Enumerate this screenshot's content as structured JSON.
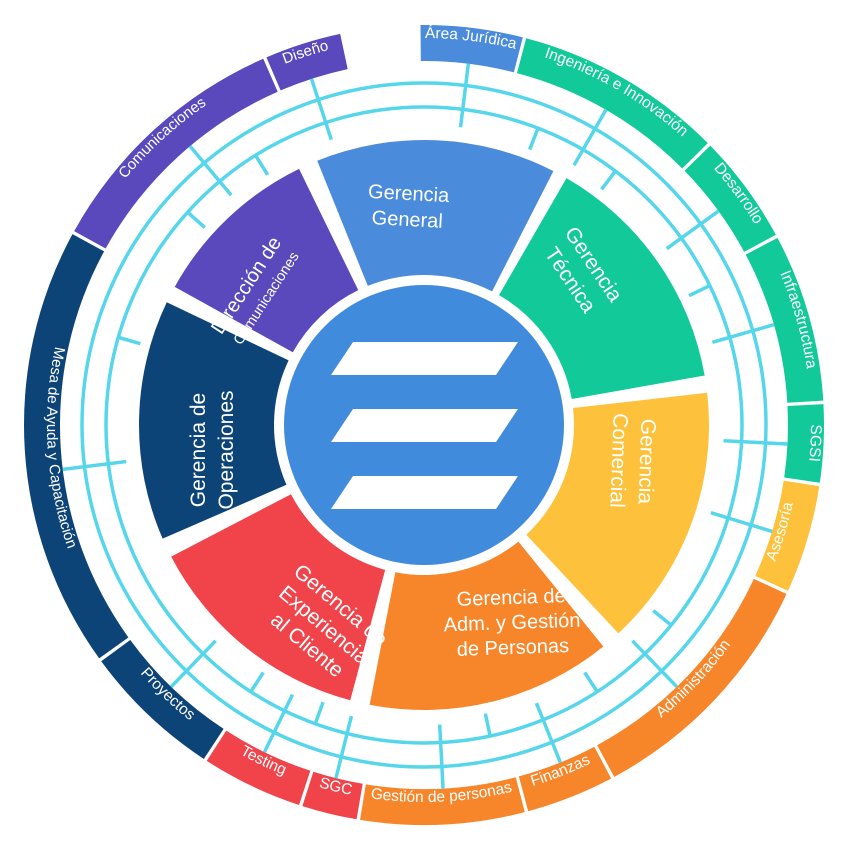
{
  "colors": {
    "blue": "#4a8bdc",
    "green": "#12c99a",
    "yellow": "#fec13b",
    "orange": "#f7862a",
    "red": "#f0434a",
    "navy": "#0d4478",
    "purple": "#5a48bd",
    "line": "#56d6ea",
    "core": "#418bdd"
  },
  "inner_segments": [
    {
      "id": "gerencia-general",
      "lines": [
        "Gerencia",
        "General"
      ],
      "color": "blue"
    },
    {
      "id": "gerencia-tecnica",
      "lines": [
        "Gerencia",
        "Técnica"
      ],
      "color": "green"
    },
    {
      "id": "gerencia-comercial",
      "lines": [
        "Gerencia",
        "Comercial"
      ],
      "color": "yellow"
    },
    {
      "id": "gerencia-adm",
      "lines": [
        "Gerencia de",
        "Adm. y Gestión",
        "de Personas"
      ],
      "color": "orange"
    },
    {
      "id": "gerencia-experiencia",
      "lines": [
        "Gerencia de",
        "Experiencia",
        "al Cliente"
      ],
      "color": "red"
    },
    {
      "id": "gerencia-operaciones",
      "lines": [
        "Gerencia de",
        "Operaciones"
      ],
      "color": "navy"
    },
    {
      "id": "direccion-comunicaciones",
      "lines": [
        "Dirección de",
        "Comunicaciones"
      ],
      "color": "purple"
    }
  ],
  "outer_segments": [
    {
      "id": "area-juridica",
      "label": "Área Jurídica",
      "color": "blue"
    },
    {
      "id": "ingenieria-innovacion",
      "label": "Ingeniería e Innovación",
      "color": "green"
    },
    {
      "id": "desarrollo",
      "label": "Desarrollo",
      "color": "green"
    },
    {
      "id": "infraestructura",
      "label": "Infraestructura",
      "color": "green"
    },
    {
      "id": "sgsi",
      "label": "SGSI",
      "color": "green"
    },
    {
      "id": "asesoria",
      "label": "Asesoría",
      "color": "yellow"
    },
    {
      "id": "administracion",
      "label": "Administración",
      "color": "orange"
    },
    {
      "id": "finanzas",
      "label": "Finanzas",
      "color": "orange"
    },
    {
      "id": "gestion-personas",
      "label": "Gestión de personas",
      "color": "orange"
    },
    {
      "id": "sgc",
      "label": "SGC",
      "color": "red"
    },
    {
      "id": "testing",
      "label": "Testing",
      "color": "red"
    },
    {
      "id": "proyectos",
      "label": "Proyectos",
      "color": "navy"
    },
    {
      "id": "mesa-ayuda",
      "label": "Mesa de Ayuda y Capacitación",
      "color": "navy"
    },
    {
      "id": "comunicaciones",
      "label": "Comunicaciones",
      "color": "purple"
    },
    {
      "id": "diseno",
      "label": "Diseño",
      "color": "purple"
    }
  ],
  "center_logo": {
    "icon": "stacked-parallelograms-logo"
  }
}
